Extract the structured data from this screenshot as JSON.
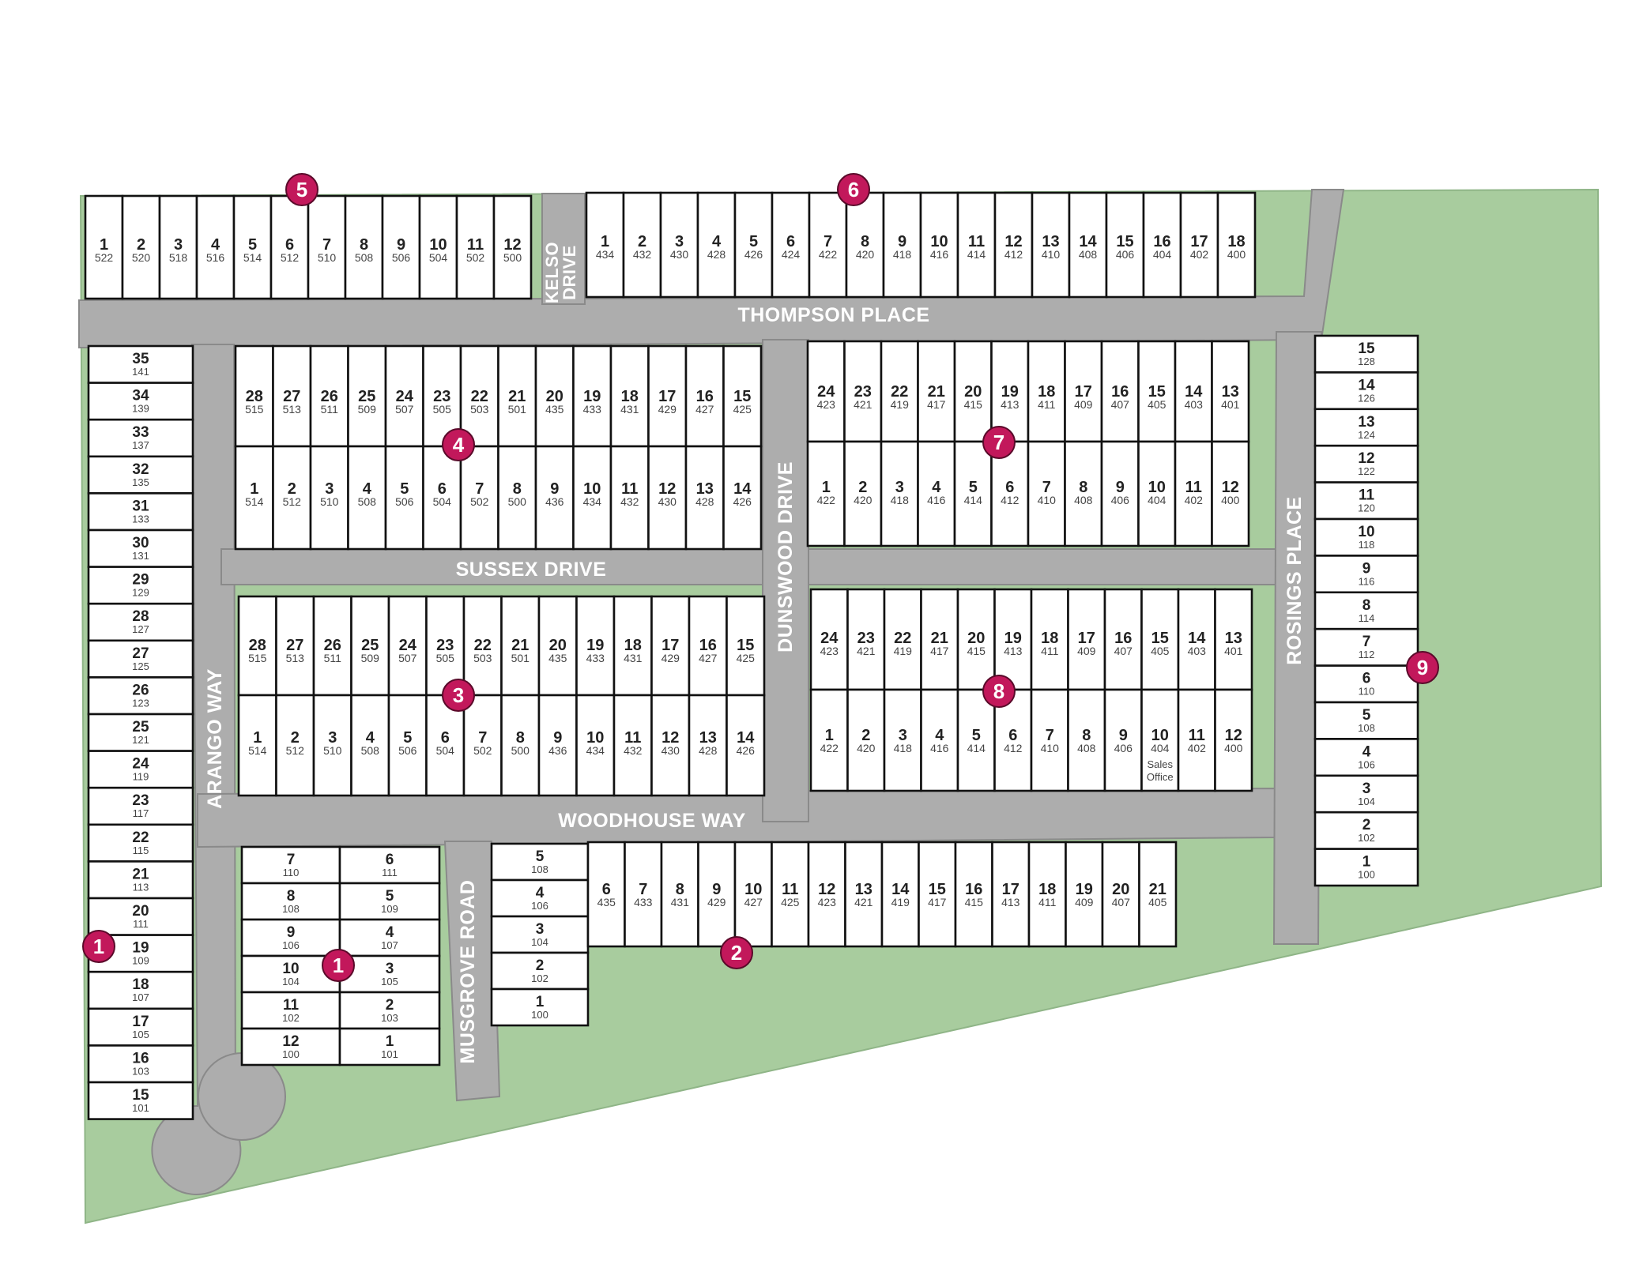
{
  "colors": {
    "green_space": "#a8cc9e",
    "road": "#adadad",
    "road_edge": "#8a8a8a",
    "lot_fill": "#ffffff",
    "lot_stroke": "#111111",
    "marker": "#c2185b"
  },
  "streets": {
    "thompson_place": "THOMPSON PLACE",
    "kelso_drive_1": "KELSO",
    "kelso_drive_2": "DRIVE",
    "sussex_drive": "SUSSEX DRIVE",
    "woodhouse_way": "WOODHOUSE WAY",
    "arango_way": "ARANGO WAY",
    "dunswood_drive": "DUNSWOOD DRIVE",
    "rosings_place": "ROSINGS PLACE",
    "musgrove_road": "MUSGROVE ROAD"
  },
  "markers": [
    "1",
    "1",
    "2",
    "3",
    "4",
    "5",
    "6",
    "7",
    "8",
    "9"
  ],
  "blocks": {
    "block5_top_left": {
      "lots": [
        [
          "1",
          "522"
        ],
        [
          "2",
          "520"
        ],
        [
          "3",
          "518"
        ],
        [
          "4",
          "516"
        ],
        [
          "5",
          "514"
        ],
        [
          "6",
          "512"
        ],
        [
          "7",
          "510"
        ],
        [
          "8",
          "508"
        ],
        [
          "9",
          "506"
        ],
        [
          "10",
          "504"
        ],
        [
          "11",
          "502"
        ],
        [
          "12",
          "500"
        ]
      ]
    },
    "block6_top_right": {
      "lots": [
        [
          "1",
          "434"
        ],
        [
          "2",
          "432"
        ],
        [
          "3",
          "430"
        ],
        [
          "4",
          "428"
        ],
        [
          "5",
          "426"
        ],
        [
          "6",
          "424"
        ],
        [
          "7",
          "422"
        ],
        [
          "8",
          "420"
        ],
        [
          "9",
          "418"
        ],
        [
          "10",
          "416"
        ],
        [
          "11",
          "414"
        ],
        [
          "12",
          "412"
        ],
        [
          "13",
          "410"
        ],
        [
          "14",
          "408"
        ],
        [
          "15",
          "406"
        ],
        [
          "16",
          "404"
        ],
        [
          "17",
          "402"
        ],
        [
          "18",
          "400"
        ]
      ]
    },
    "block4": {
      "top": [
        [
          "28",
          "515"
        ],
        [
          "27",
          "513"
        ],
        [
          "26",
          "511"
        ],
        [
          "25",
          "509"
        ],
        [
          "24",
          "507"
        ],
        [
          "23",
          "505"
        ],
        [
          "22",
          "503"
        ],
        [
          "21",
          "501"
        ],
        [
          "20",
          "435"
        ],
        [
          "19",
          "433"
        ],
        [
          "18",
          "431"
        ],
        [
          "17",
          "429"
        ],
        [
          "16",
          "427"
        ],
        [
          "15",
          "425"
        ]
      ],
      "bottom": [
        [
          "1",
          "514"
        ],
        [
          "2",
          "512"
        ],
        [
          "3",
          "510"
        ],
        [
          "4",
          "508"
        ],
        [
          "5",
          "506"
        ],
        [
          "6",
          "504"
        ],
        [
          "7",
          "502"
        ],
        [
          "8",
          "500"
        ],
        [
          "9",
          "436"
        ],
        [
          "10",
          "434"
        ],
        [
          "11",
          "432"
        ],
        [
          "12",
          "430"
        ],
        [
          "13",
          "428"
        ],
        [
          "14",
          "426"
        ]
      ]
    },
    "block3": {
      "top": [
        [
          "28",
          "515"
        ],
        [
          "27",
          "513"
        ],
        [
          "26",
          "511"
        ],
        [
          "25",
          "509"
        ],
        [
          "24",
          "507"
        ],
        [
          "23",
          "505"
        ],
        [
          "22",
          "503"
        ],
        [
          "21",
          "501"
        ],
        [
          "20",
          "435"
        ],
        [
          "19",
          "433"
        ],
        [
          "18",
          "431"
        ],
        [
          "17",
          "429"
        ],
        [
          "16",
          "427"
        ],
        [
          "15",
          "425"
        ]
      ],
      "bottom": [
        [
          "1",
          "514"
        ],
        [
          "2",
          "512"
        ],
        [
          "3",
          "510"
        ],
        [
          "4",
          "508"
        ],
        [
          "5",
          "506"
        ],
        [
          "6",
          "504"
        ],
        [
          "7",
          "502"
        ],
        [
          "8",
          "500"
        ],
        [
          "9",
          "436"
        ],
        [
          "10",
          "434"
        ],
        [
          "11",
          "432"
        ],
        [
          "12",
          "430"
        ],
        [
          "13",
          "428"
        ],
        [
          "14",
          "426"
        ]
      ]
    },
    "block7": {
      "top": [
        [
          "24",
          "423"
        ],
        [
          "23",
          "421"
        ],
        [
          "22",
          "419"
        ],
        [
          "21",
          "417"
        ],
        [
          "20",
          "415"
        ],
        [
          "19",
          "413"
        ],
        [
          "18",
          "411"
        ],
        [
          "17",
          "409"
        ],
        [
          "16",
          "407"
        ],
        [
          "15",
          "405"
        ],
        [
          "14",
          "403"
        ],
        [
          "13",
          "401"
        ]
      ],
      "bottom": [
        [
          "1",
          "422"
        ],
        [
          "2",
          "420"
        ],
        [
          "3",
          "418"
        ],
        [
          "4",
          "416"
        ],
        [
          "5",
          "414"
        ],
        [
          "6",
          "412"
        ],
        [
          "7",
          "410"
        ],
        [
          "8",
          "408"
        ],
        [
          "9",
          "406"
        ],
        [
          "10",
          "404"
        ],
        [
          "11",
          "402"
        ],
        [
          "12",
          "400"
        ]
      ]
    },
    "block8": {
      "top": [
        [
          "24",
          "423"
        ],
        [
          "23",
          "421"
        ],
        [
          "22",
          "419"
        ],
        [
          "21",
          "417"
        ],
        [
          "20",
          "415"
        ],
        [
          "19",
          "413"
        ],
        [
          "18",
          "411"
        ],
        [
          "17",
          "409"
        ],
        [
          "16",
          "407"
        ],
        [
          "15",
          "405"
        ],
        [
          "14",
          "403"
        ],
        [
          "13",
          "401"
        ]
      ],
      "bottom": [
        [
          "1",
          "422"
        ],
        [
          "2",
          "420"
        ],
        [
          "3",
          "418"
        ],
        [
          "4",
          "416"
        ],
        [
          "5",
          "414"
        ],
        [
          "6",
          "412"
        ],
        [
          "7",
          "410"
        ],
        [
          "8",
          "408"
        ],
        [
          "9",
          "406"
        ],
        [
          "10",
          "404"
        ],
        [
          "11",
          "402"
        ],
        [
          "12",
          "400"
        ]
      ],
      "sales_office_1": "Sales",
      "sales_office_2": "Office"
    },
    "block1_west": {
      "lots": [
        [
          "35",
          "141"
        ],
        [
          "34",
          "139"
        ],
        [
          "33",
          "137"
        ],
        [
          "32",
          "135"
        ],
        [
          "31",
          "133"
        ],
        [
          "30",
          "131"
        ],
        [
          "29",
          "129"
        ],
        [
          "28",
          "127"
        ],
        [
          "27",
          "125"
        ],
        [
          "26",
          "123"
        ],
        [
          "25",
          "121"
        ],
        [
          "24",
          "119"
        ],
        [
          "23",
          "117"
        ],
        [
          "22",
          "115"
        ],
        [
          "21",
          "113"
        ],
        [
          "20",
          "111"
        ],
        [
          "19",
          "109"
        ],
        [
          "18",
          "107"
        ],
        [
          "17",
          "105"
        ],
        [
          "16",
          "103"
        ],
        [
          "15",
          "101"
        ]
      ]
    },
    "block1_inner": {
      "left": [
        [
          "7",
          "110"
        ],
        [
          "8",
          "108"
        ],
        [
          "9",
          "106"
        ],
        [
          "10",
          "104"
        ],
        [
          "11",
          "102"
        ],
        [
          "12",
          "100"
        ]
      ],
      "right": [
        [
          "6",
          "111"
        ],
        [
          "5",
          "109"
        ],
        [
          "4",
          "107"
        ],
        [
          "3",
          "105"
        ],
        [
          "2",
          "103"
        ],
        [
          "1",
          "101"
        ]
      ]
    },
    "block2_musgrove": {
      "lots": [
        [
          "5",
          "108"
        ],
        [
          "4",
          "106"
        ],
        [
          "3",
          "104"
        ],
        [
          "2",
          "102"
        ],
        [
          "1",
          "100"
        ]
      ]
    },
    "block2_south": {
      "lots": [
        [
          "6",
          "435"
        ],
        [
          "7",
          "433"
        ],
        [
          "8",
          "431"
        ],
        [
          "9",
          "429"
        ],
        [
          "10",
          "427"
        ],
        [
          "11",
          "425"
        ],
        [
          "12",
          "423"
        ],
        [
          "13",
          "421"
        ],
        [
          "14",
          "419"
        ],
        [
          "15",
          "417"
        ],
        [
          "16",
          "415"
        ],
        [
          "17",
          "413"
        ],
        [
          "18",
          "411"
        ],
        [
          "19",
          "409"
        ],
        [
          "20",
          "407"
        ],
        [
          "21",
          "405"
        ]
      ]
    },
    "block9_east": {
      "lots": [
        [
          "15",
          "128"
        ],
        [
          "14",
          "126"
        ],
        [
          "13",
          "124"
        ],
        [
          "12",
          "122"
        ],
        [
          "11",
          "120"
        ],
        [
          "10",
          "118"
        ],
        [
          "9",
          "116"
        ],
        [
          "8",
          "114"
        ],
        [
          "7",
          "112"
        ],
        [
          "6",
          "110"
        ],
        [
          "5",
          "108"
        ],
        [
          "4",
          "106"
        ],
        [
          "3",
          "104"
        ],
        [
          "2",
          "102"
        ],
        [
          "1",
          "100"
        ]
      ]
    }
  }
}
